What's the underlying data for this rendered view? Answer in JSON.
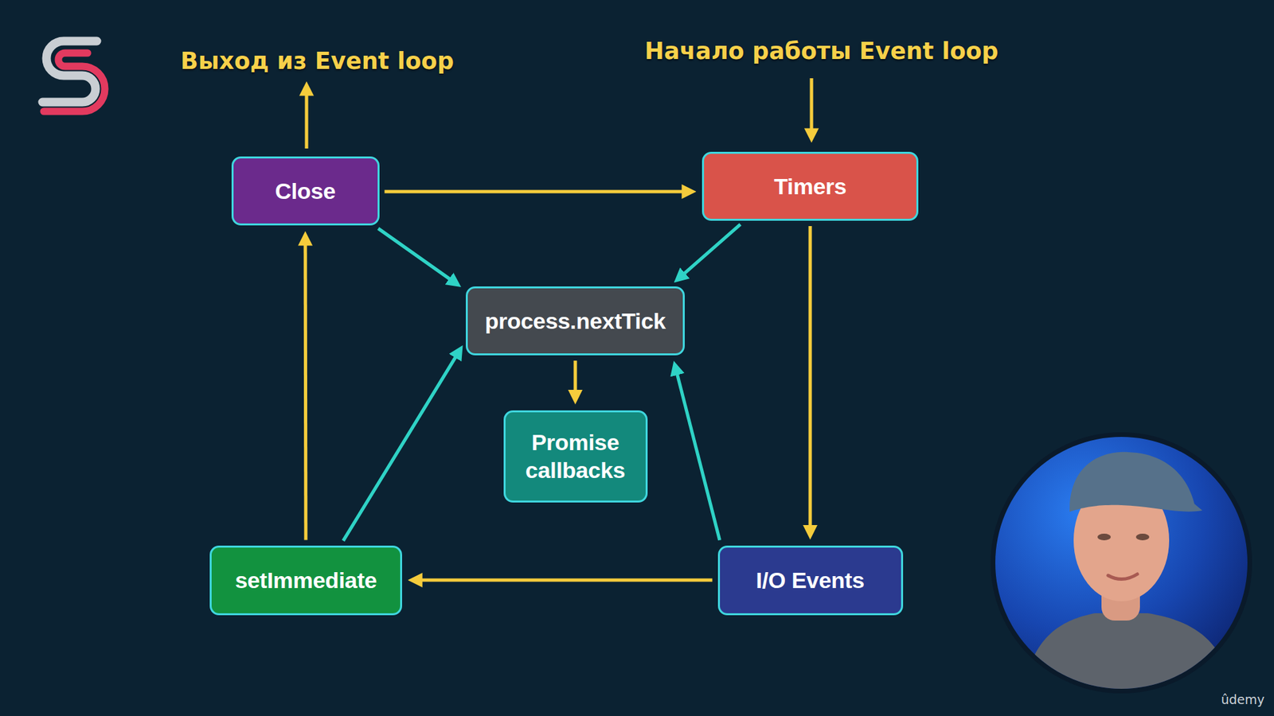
{
  "diagram": {
    "nodes": [
      {
        "text": [
          "Close"
        ]
      },
      {
        "text": [
          "Timers"
        ]
      },
      {
        "text": [
          "process.nextTick"
        ]
      },
      {
        "text": [
          "Promise callbacks"
        ]
      },
      {
        "text": [
          "setImmediate"
        ]
      },
      {
        "text": [
          "I/O Events"
        ]
      }
    ],
    "edges": [
      {
        "from": 0,
        "to": 1,
        "arrow": "to"
      },
      {
        "from": 1,
        "to": 5,
        "arrow": "to"
      },
      {
        "from": 5,
        "to": 4,
        "arrow": "to"
      },
      {
        "from": 4,
        "to": 0,
        "arrow": "to"
      },
      {
        "from": 1,
        "to": 2,
        "arrow": "to"
      },
      {
        "from": 0,
        "to": 2,
        "arrow": "to"
      },
      {
        "from": 4,
        "to": 2,
        "arrow": "to"
      },
      {
        "from": 5,
        "to": 2,
        "arrow": "to"
      },
      {
        "from": 2,
        "to": 3,
        "arrow": "to"
      }
    ],
    "labels": [
      "Выход из Event loop",
      "Начало работы Event loop",
      "ûdemy"
    ]
  }
}
